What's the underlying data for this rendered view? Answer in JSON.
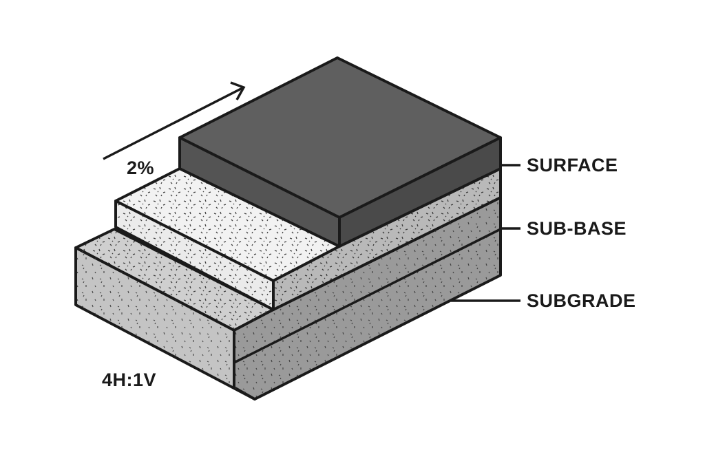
{
  "labels": {
    "surface": "SURFACE",
    "sub_base": "SUB-BASE",
    "subgrade": "SUBGRADE",
    "slope": "2%",
    "side_slope": "4H:1V"
  },
  "colors": {
    "surface_top": "#5f5f5f",
    "surface_side": "#4f4f4f",
    "sub_base_top": "#f2f2f2",
    "sub_base_side": "#b9b9b9",
    "subgrade_top": "#cfcfcf",
    "subgrade_side": "#9a9a9a",
    "outline": "#1a1a1a"
  }
}
